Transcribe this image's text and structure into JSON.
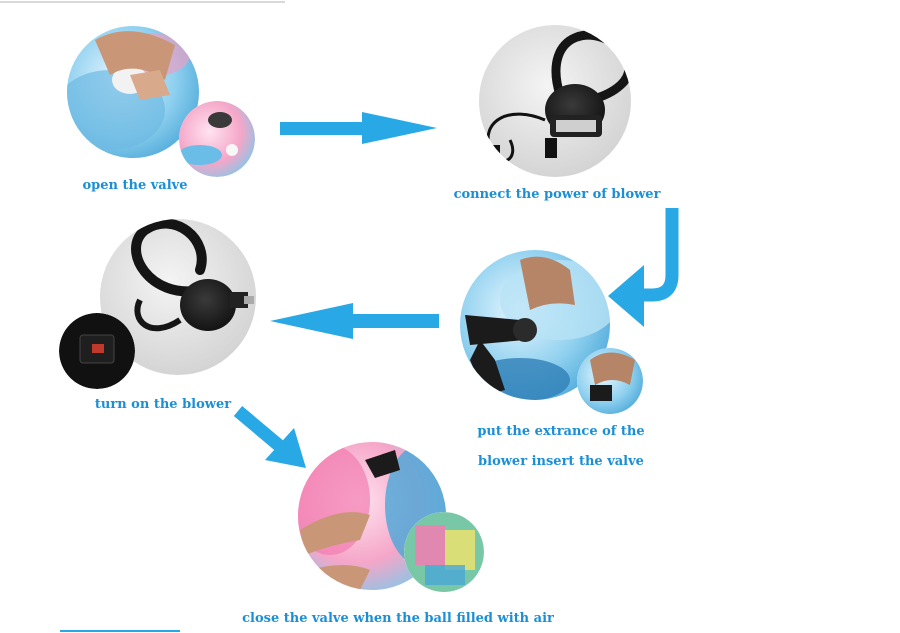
{
  "steps": [
    {
      "id": "open-valve",
      "caption": "open the valve"
    },
    {
      "id": "connect-power",
      "caption": "connect the power of blower"
    },
    {
      "id": "insert-valve",
      "caption_line1": "put the extrance of the",
      "caption_line2": "blower insert the valve"
    },
    {
      "id": "turn-on",
      "caption": "turn on the blower"
    },
    {
      "id": "close-valve",
      "caption": "close the valve when the ball filled with air"
    }
  ],
  "colors": {
    "arrow": "#29a8e6",
    "caption": "#1a8fd6",
    "photo_bg": "#e8e8e8",
    "blower": "#1b2430",
    "ball_blue": "#7fc8ea",
    "ball_pink": "#f5a6c8"
  }
}
